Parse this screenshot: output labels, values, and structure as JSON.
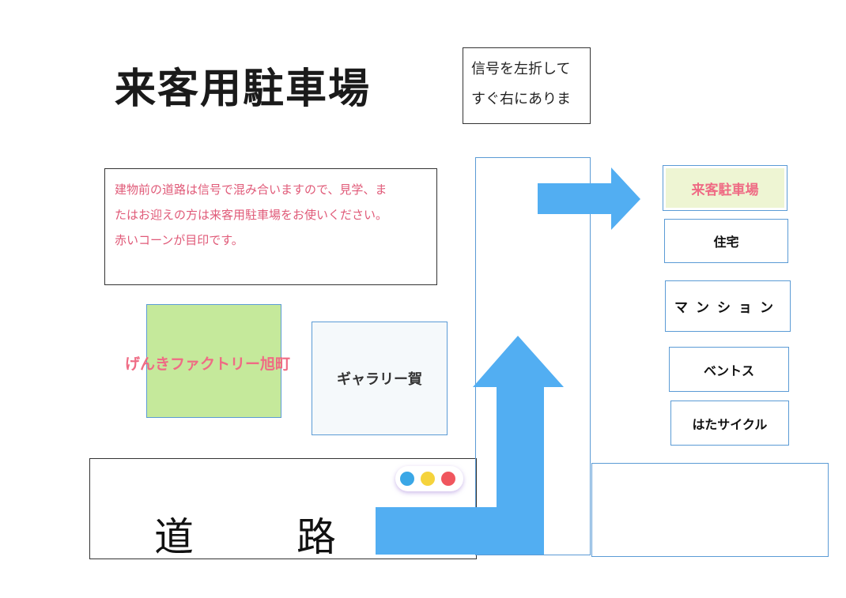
{
  "title": "来客用駐車場",
  "direction_note": [
    "信号を左折して",
    "すぐ右にありま"
  ],
  "info_text": [
    "建物前の道路は信号で混み合いますので、見学、ま",
    "たはお迎えの方は来客用駐車場をお使いください。",
    "赤いコーンが目印です。"
  ],
  "map": {
    "green_lot_label": "げんきファクトリー旭町",
    "gallery_label": "ギャラリー賀",
    "road_label": "道　路",
    "right_buildings": [
      "来客駐車場",
      "住宅",
      "マンション",
      "ベントス",
      "はたサイクル"
    ],
    "traffic_light_colors": [
      "#3aa7e6",
      "#f5d33c",
      "#f0565e"
    ],
    "arrow_color": "#52aef2",
    "frame_color": "#5b9bd5",
    "highlight_text_color": "#ef6b84"
  }
}
